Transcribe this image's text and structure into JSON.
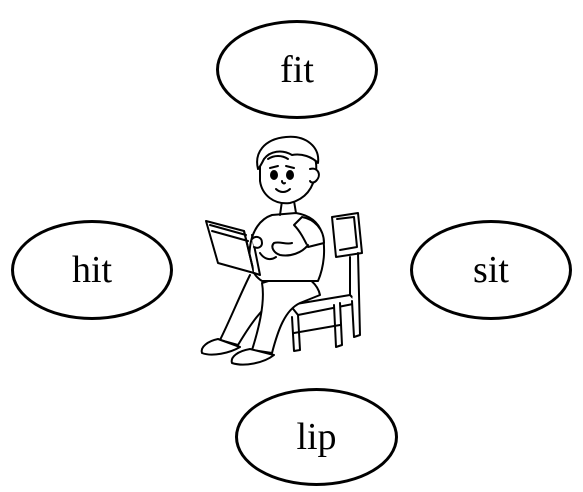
{
  "words": {
    "top": "fit",
    "left": "hit",
    "right": "sit",
    "bottom": "lip"
  },
  "illustration": {
    "icon": "boy-reading-on-chair-icon"
  },
  "colors": {
    "stroke": "#000000",
    "background": "#ffffff"
  }
}
